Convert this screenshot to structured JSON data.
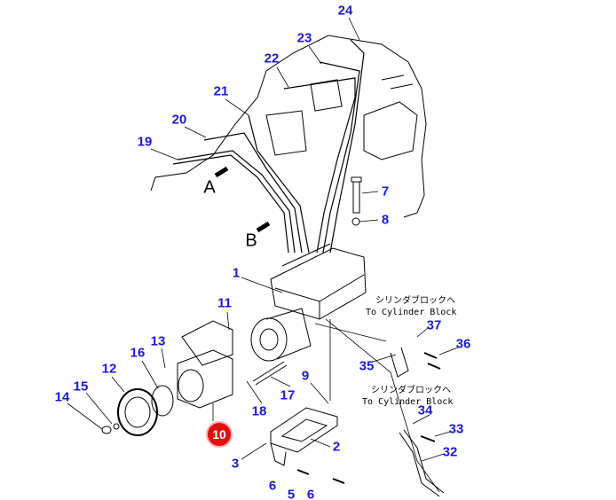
{
  "callouts": {
    "p24": "24",
    "p23": "23",
    "p22": "22",
    "p21": "21",
    "p20": "20",
    "p19": "19",
    "p7": "7",
    "p8": "8",
    "p1": "1",
    "p11": "11",
    "p13": "13",
    "p16": "16",
    "p12": "12",
    "p15": "15",
    "p14": "14",
    "p9": "9",
    "p17": "17",
    "p18": "18",
    "p2": "2",
    "p3": "3",
    "p6a": "6",
    "p5": "5",
    "p6b": "6",
    "p35": "35",
    "p37": "37",
    "p36": "36",
    "p34": "34",
    "p33": "33",
    "p32": "32"
  },
  "highlighted_part": "10",
  "view_labels": {
    "a": "A",
    "b": "B"
  },
  "notes": {
    "upper_jp": "シリンダブロックへ",
    "upper_en": "To Cylinder Block",
    "lower_jp": "シリンダブロックへ",
    "lower_en": "To Cylinder Block"
  },
  "colors": {
    "callout": "#1a1ad0",
    "highlight": "#e01010"
  }
}
